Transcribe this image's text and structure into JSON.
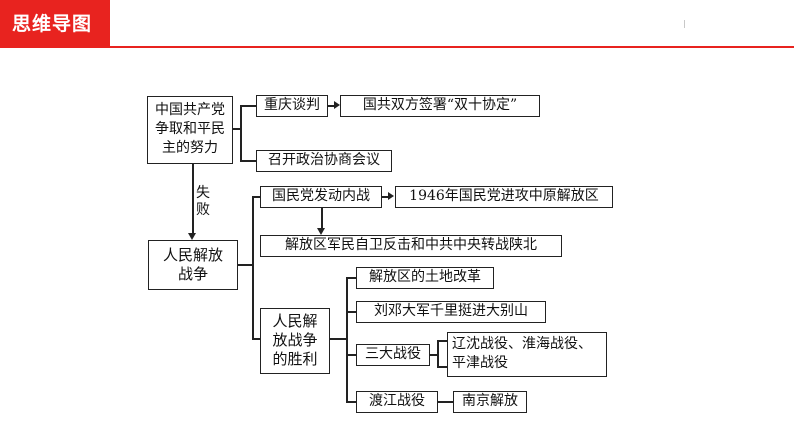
{
  "header": {
    "title": "思维导图"
  },
  "diagram": {
    "root": [
      "中国共产党",
      "争取和平民",
      "主的努力"
    ],
    "chongqing": "重庆谈判",
    "double_ten": "国共双方签署“双十协定”",
    "pcc": "召开政治协商会议",
    "fail_label": [
      "失",
      "败"
    ],
    "war": [
      "人民解放",
      "战争"
    ],
    "kmt_war": "国民党发动内战",
    "attack_1946": "1946年国民党进攻中原解放区",
    "self_defense": "解放区军民自卫反击和中共中央转战陕北",
    "victory": [
      "人民解",
      "放战争",
      "的胜利"
    ],
    "land_reform": "解放区的土地改革",
    "dabie": "刘邓大军千里挺进大别山",
    "three_battles": "三大战役",
    "battles_list": [
      "辽沈战役、淮海战役、",
      "平津战役"
    ],
    "river_crossing": "渡江战役",
    "nanjing": "南京解放"
  }
}
